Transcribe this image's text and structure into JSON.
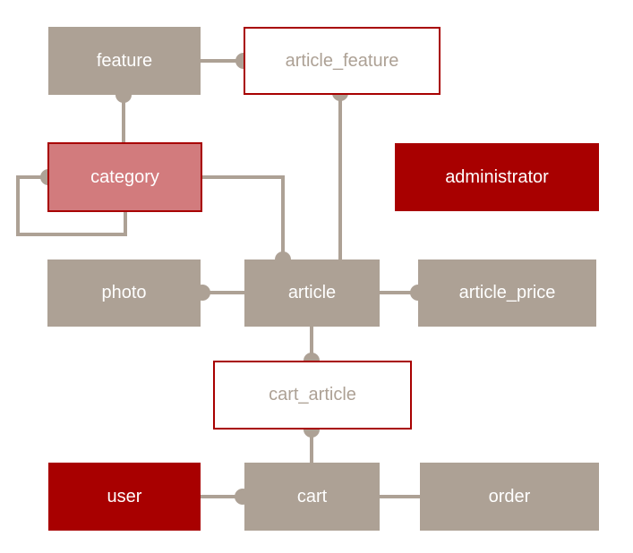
{
  "colors": {
    "entity_gray": "#ada195",
    "entity_red": "#a80000",
    "entity_highlight": "#d27b7d",
    "connector": "#ada195",
    "junction_text": "#ada195",
    "junction_border": "#a80000"
  },
  "entities": {
    "feature": "feature",
    "article_feature": "article_feature",
    "category": "category",
    "administrator": "administrator",
    "photo": "photo",
    "article": "article",
    "article_price": "article_price",
    "cart_article": "cart_article",
    "user": "user",
    "cart": "cart",
    "order": "order"
  },
  "relationships": [
    {
      "from": "feature",
      "to": "article_feature"
    },
    {
      "from": "article_feature",
      "to": "article"
    },
    {
      "from": "feature",
      "to": "category"
    },
    {
      "from": "category",
      "to": "category"
    },
    {
      "from": "category",
      "to": "article"
    },
    {
      "from": "photo",
      "to": "article"
    },
    {
      "from": "article_price",
      "to": "article"
    },
    {
      "from": "article",
      "to": "cart_article"
    },
    {
      "from": "cart_article",
      "to": "cart"
    },
    {
      "from": "user",
      "to": "cart"
    },
    {
      "from": "cart",
      "to": "order"
    }
  ]
}
